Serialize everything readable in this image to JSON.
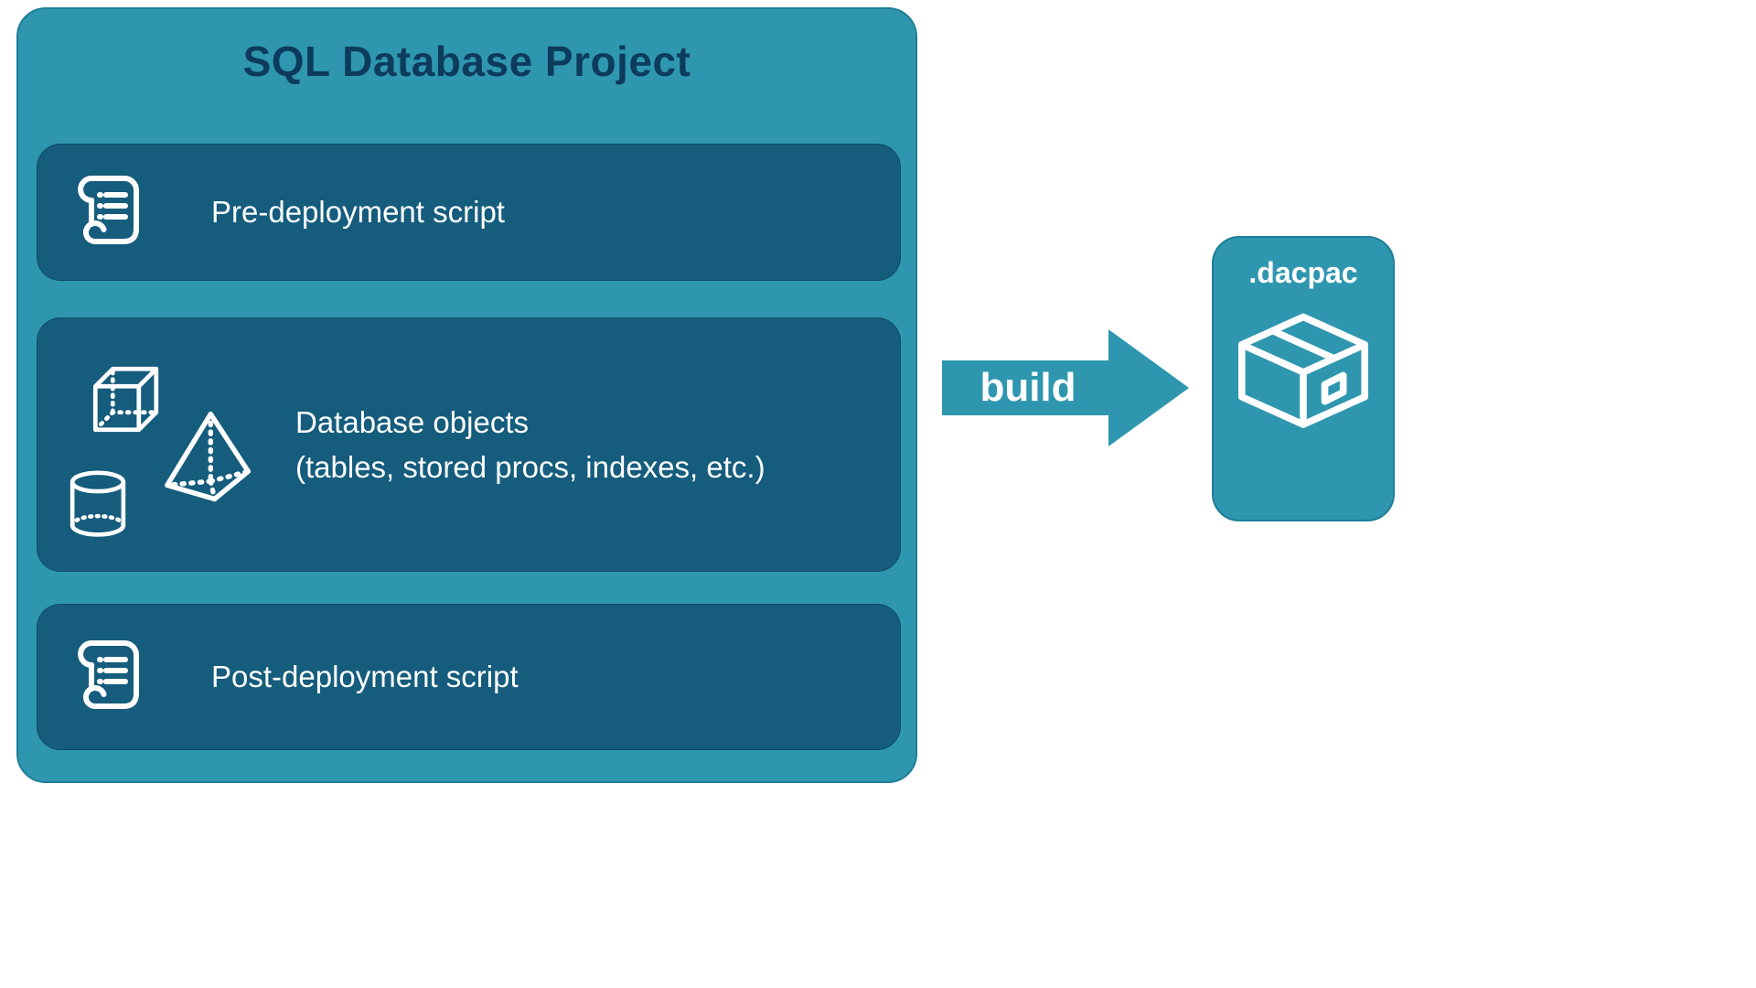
{
  "colors": {
    "teal": "#2E97AF",
    "teal_border": "#1E7E97",
    "dark_blue": "#155C7D",
    "navy_title": "#0D3B5D",
    "white": "#FFFFFF"
  },
  "project": {
    "title": "SQL Database Project",
    "items": [
      {
        "icon": "scroll-icon",
        "label": "Pre-deployment script"
      },
      {
        "icon": "database-objects-icons",
        "label": "Database objects",
        "sublabel": "(tables, stored procs, indexes, etc.)"
      },
      {
        "icon": "scroll-icon",
        "label": "Post-deployment script"
      }
    ]
  },
  "arrow": {
    "label": "build"
  },
  "output": {
    "label": ".dacpac",
    "icon": "package-icon"
  }
}
